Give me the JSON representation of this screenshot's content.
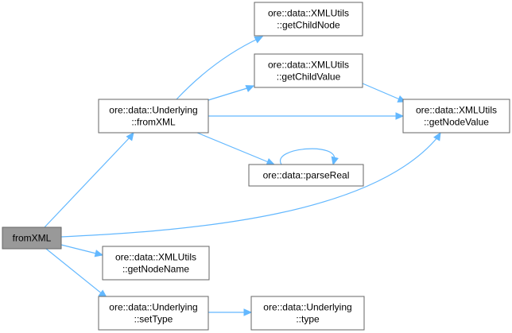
{
  "graph": {
    "nodes": {
      "fromxml": [
        "fromXML"
      ],
      "underlying_fromxml": [
        "ore::data::Underlying",
        "::fromXML"
      ],
      "getchildnode": [
        "ore::data::XMLUtils",
        "::getChildNode"
      ],
      "getchildvalue": [
        "ore::data::XMLUtils",
        "::getChildValue"
      ],
      "getnodevalue": [
        "ore::data::XMLUtils",
        "::getNodeValue"
      ],
      "parsereal": [
        "ore::data::parseReal"
      ],
      "getnodename": [
        "ore::data::XMLUtils",
        "::getNodeName"
      ],
      "settype": [
        "ore::data::Underlying",
        "::setType"
      ],
      "type": [
        "ore::data::Underlying",
        "::type"
      ]
    },
    "edges": [
      [
        "fromxml",
        "underlying_fromxml"
      ],
      [
        "fromxml",
        "getnodevalue"
      ],
      [
        "fromxml",
        "getnodename"
      ],
      [
        "fromxml",
        "settype"
      ],
      [
        "underlying_fromxml",
        "getchildnode"
      ],
      [
        "underlying_fromxml",
        "getchildvalue"
      ],
      [
        "underlying_fromxml",
        "getnodevalue"
      ],
      [
        "underlying_fromxml",
        "parsereal"
      ],
      [
        "getchildvalue",
        "getnodevalue"
      ],
      [
        "parsereal",
        "parsereal"
      ],
      [
        "settype",
        "type"
      ]
    ],
    "colors": {
      "edge": "#63b8ff",
      "node_border": "#666666",
      "root_fill": "#999999",
      "node_fill": "#ffffff"
    }
  }
}
